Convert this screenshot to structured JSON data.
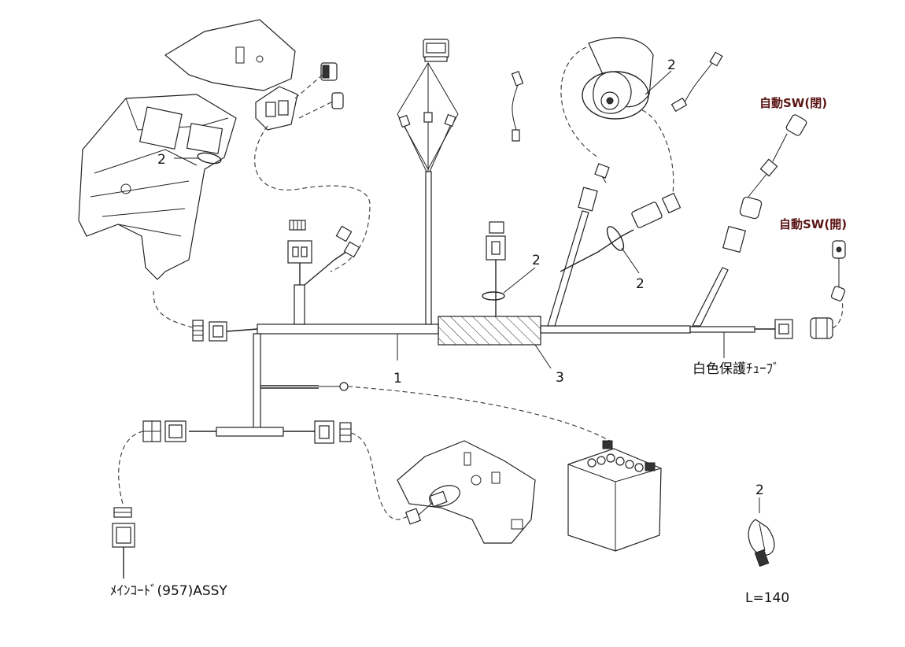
{
  "callouts": {
    "harness": "1",
    "band": "2",
    "tube": "3"
  },
  "labels": {
    "auto_sw_closed": "自動SW(閉)",
    "auto_sw_open": "自動SW(開)",
    "white_tube": "白色保護ﾁｭｰﾌﾞ",
    "main_cord": "ﾒｲﾝｺｰﾄﾞ(957)ASSY",
    "band_length": "L=140"
  },
  "colors": {
    "line": "#222222",
    "label_red": "#5a1414"
  }
}
